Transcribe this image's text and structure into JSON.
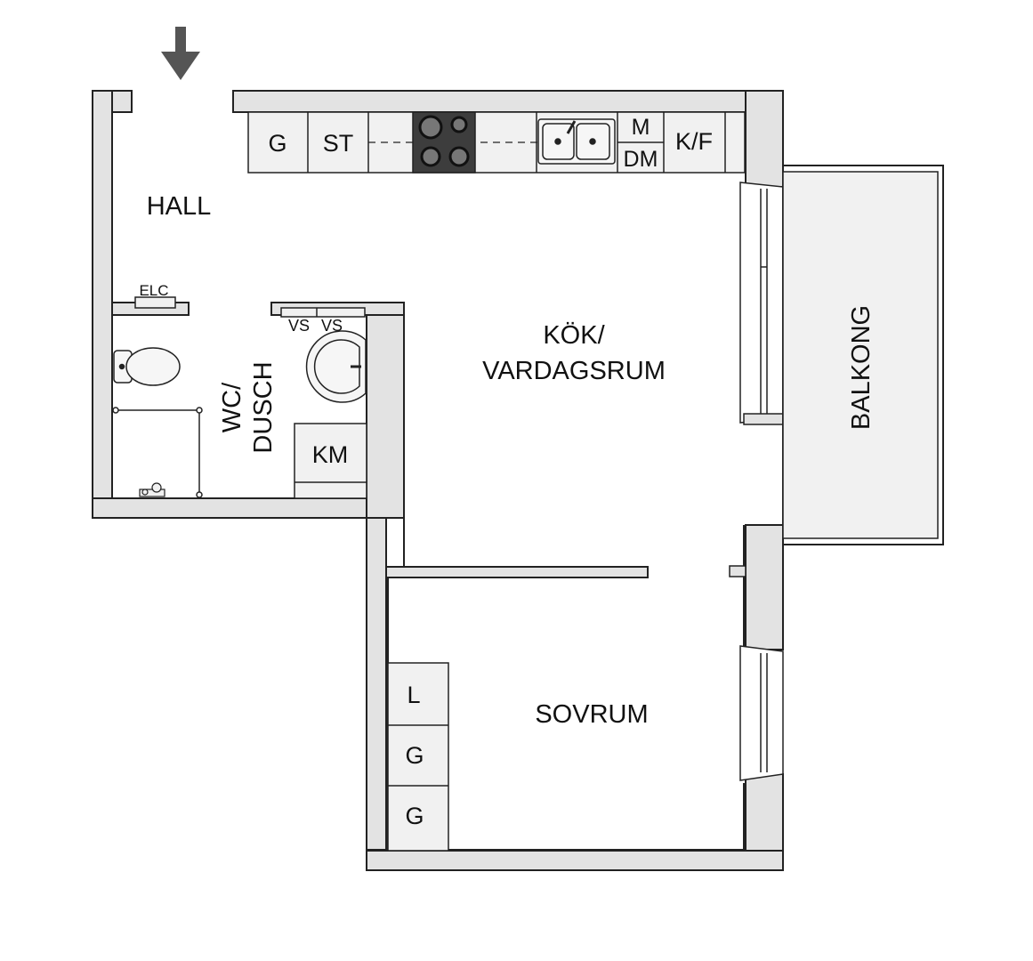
{
  "rooms": {
    "hall": "HALL",
    "kitchen_line1": "KÖK/",
    "kitchen_line2": "VARDAGSRUM",
    "bath_line1": "WC/",
    "bath_line2": "DUSCH",
    "bedroom": "SOVRUM",
    "balcony": "BALKONG"
  },
  "kitchen_counter": {
    "g": "G",
    "st": "ST",
    "m": "M",
    "dm": "DM",
    "kf": "K/F"
  },
  "fixtures": {
    "elc": "ELC",
    "vs1": "VS",
    "vs2": "VS",
    "km": "KM"
  },
  "wardrobes": {
    "l": "L",
    "g1": "G",
    "g2": "G"
  },
  "colors": {
    "wall_fill": "#e3e3e3",
    "wall_stroke": "#222222",
    "cabinet_fill": "#f1f1f1",
    "stove_fill": "#3d3d3d",
    "arrow": "#555555"
  }
}
